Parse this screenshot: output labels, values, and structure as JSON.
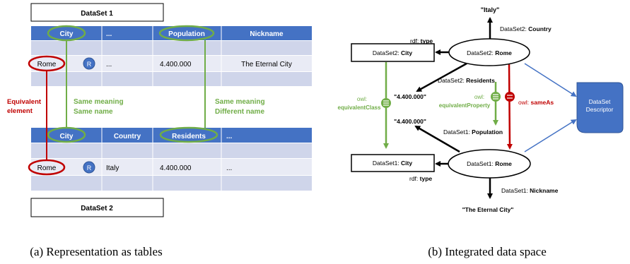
{
  "left_panel": {
    "dataset1_label": "DataSet 1",
    "dataset2_label": "DataSet 2",
    "table1": {
      "headers": [
        "City",
        "...",
        "Population",
        "Nickname"
      ],
      "row_city": "Rome",
      "row_ellipsis": "...",
      "row_population": "4.400.000",
      "row_nickname": "The Eternal City",
      "resource_marker": "R"
    },
    "table2": {
      "headers": [
        "City",
        "Country",
        "Residents",
        "..."
      ],
      "row_city": "Rome",
      "row_country": "Italy",
      "row_residents": "4.400.000",
      "row_ellipsis": "...",
      "resource_marker": "R"
    },
    "equivalent_label_1": "Equivalent",
    "equivalent_label_2": "element",
    "same_name_1": "Same meaning",
    "same_name_2": "Same name",
    "diff_name_1": "Same meaning",
    "diff_name_2": "Different name"
  },
  "right_panel": {
    "italy": "\"Italy\"",
    "ds2_country_prefix": "DataSet2: ",
    "ds2_country_suffix": "Country",
    "rdf_type_top_prefix": "rdf: ",
    "rdf_type_top_suffix": "type",
    "ds2_city_prefix": "DataSet2: ",
    "ds2_city_suffix": "City",
    "ds2_rome_prefix": "DataSet2: ",
    "ds2_rome_suffix": "Rome",
    "ds2_residents_prefix": "DataSet2: ",
    "ds2_residents_suffix": "Residents",
    "val_top": "\"4.400.000\"",
    "owl_equiv_class_1": "owl:",
    "owl_equiv_class_2": "equivalentClass",
    "owl_equiv_prop_1": "owl:",
    "owl_equiv_prop_2": "equivalentProperty",
    "owl_sameas_prefix": "owl: ",
    "owl_sameas_suffix": "sameAs",
    "dataset_descriptor_1": "DataSet",
    "dataset_descriptor_2": "Descriptor",
    "val_bottom": "\"4.400.000\"",
    "ds1_population_prefix": "DataSet1: ",
    "ds1_population_suffix": "Population",
    "ds1_city_prefix": "DataSet1: ",
    "ds1_city_suffix": "City",
    "ds1_rome_prefix": "DataSet1: ",
    "ds1_rome_suffix": "Rome",
    "rdf_type_bottom_prefix": "rdf: ",
    "rdf_type_bottom_suffix": "type",
    "ds1_nickname_prefix": "DataSet1: ",
    "ds1_nickname_suffix": "Nickname",
    "eternal_city": "\"The Eternal City\""
  },
  "captions": {
    "a": "(a) Representation as tables",
    "b": "(b) Integrated data space"
  },
  "colors": {
    "header_blue": "#4472c4",
    "row_light": "#cfd5ea",
    "row_white": "#e9ebf5",
    "green": "#70ad47",
    "red": "#c00000",
    "resource_blue": "#4472c4",
    "descriptor_blue": "#4472c4",
    "link_blue": "#4472c4"
  }
}
